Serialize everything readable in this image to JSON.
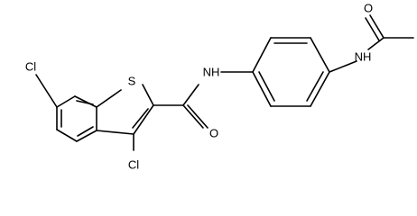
{
  "molecule": {
    "labels": {
      "cl_top": "Cl",
      "cl_bottom": "Cl",
      "sulfur": "S",
      "amide_nh": "NH",
      "amide_o": "O",
      "acetamide_nh": "NH",
      "acetamide_o": "O"
    }
  }
}
